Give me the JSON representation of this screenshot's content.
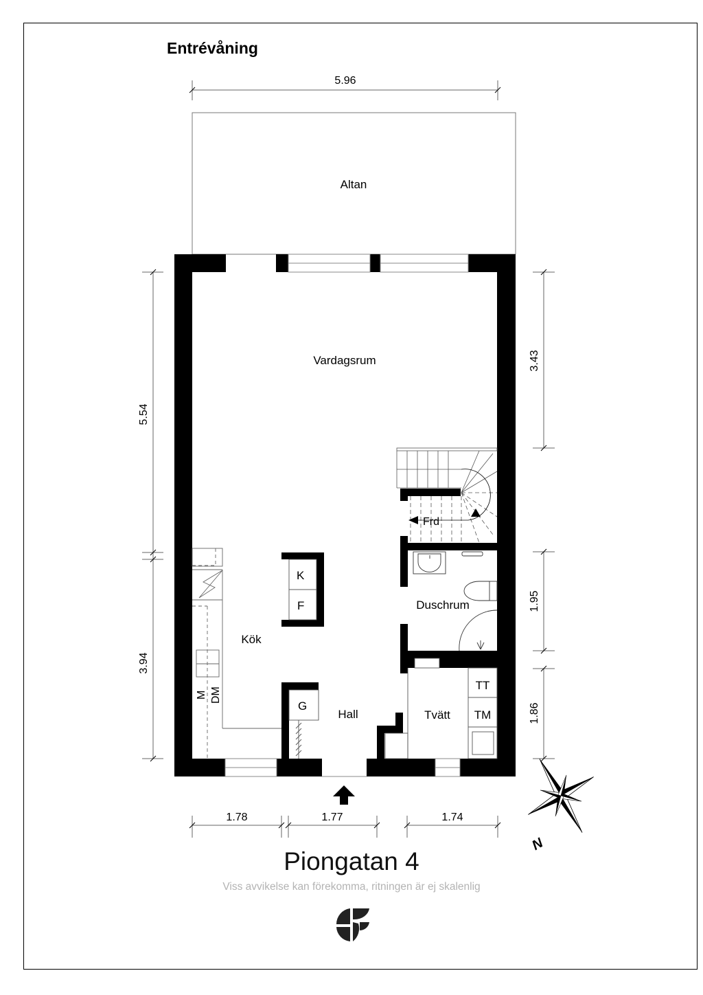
{
  "floor_title": "Entrévåning",
  "address": "Piongatan 4",
  "disclaimer": "Viss avvikelse kan förekomma, ritningen är ej skalenlig",
  "rooms": {
    "altan": "Altan",
    "vardagsrum": "Vardagsrum",
    "frd": "Frd",
    "duschrum": "Duschrum",
    "kok": "Kök",
    "hall": "Hall",
    "tvatt": "Tvätt"
  },
  "appliances": {
    "k": "K",
    "f": "F",
    "g": "G",
    "tt": "TT",
    "tm": "TM",
    "m": "M",
    "dm": "DM"
  },
  "dimensions": {
    "top_width": "5.96",
    "left_upper": "5.54",
    "left_lower": "3.94",
    "right_upper": "3.43",
    "right_middle": "1.95",
    "right_lower": "1.86",
    "bottom_left": "1.78",
    "bottom_middle": "1.77",
    "bottom_right": "1.74"
  },
  "compass": {
    "label": "N"
  },
  "icons": {
    "entrance": "entrance-arrow-icon",
    "compass": "compass-rose-icon",
    "logo": "brand-logo-icon"
  },
  "colors": {
    "wall": "#000000",
    "line": "#777777",
    "disclaimer": "#b3b3b3"
  }
}
